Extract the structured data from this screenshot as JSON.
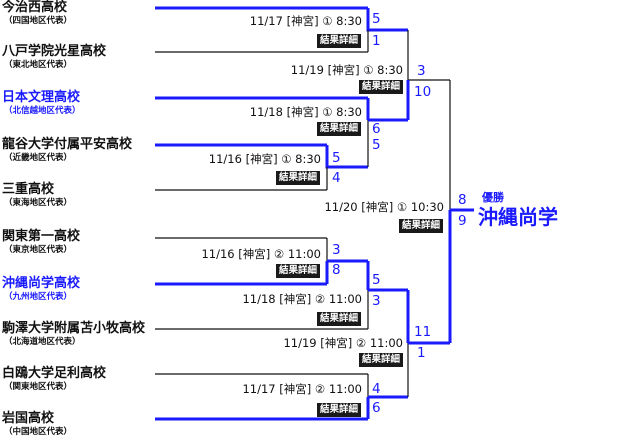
{
  "teams": [
    {
      "name": "今治西高校",
      "region": "（四国地区代表）"
    },
    {
      "name": "八戸学院光星高校",
      "region": "（東北地区代表）"
    },
    {
      "name": "日本文理高校",
      "region": "（北信越地区代表）"
    },
    {
      "name": "龍谷大学付属平安高校",
      "region": "（近畿地区代表）"
    },
    {
      "name": "三重高校",
      "region": "（東海地区代表）"
    },
    {
      "name": "関東第一高校",
      "region": "（東京地区代表）"
    },
    {
      "name": "沖縄尚学高校",
      "region": "（九州地区代表）"
    },
    {
      "name": "駒澤大学附属苫小牧高校",
      "region": "（北海道地区代表）"
    },
    {
      "name": "白鴎大学足利高校",
      "region": "（関東地区代表）"
    },
    {
      "name": "岩国高校",
      "region": "（中国地区代表）"
    }
  ],
  "matches": [
    {
      "info": "11/17 [神宮] ① 8:30",
      "scores": [
        "5",
        "1"
      ]
    },
    {
      "info": "11/19 [神宮] ① 8:30",
      "scores": [
        "3",
        "10"
      ]
    },
    {
      "info": "11/18 [神宮] ① 8:30",
      "scores": [
        "6",
        "5"
      ]
    },
    {
      "info": "11/16 [神宮] ① 8:30",
      "scores": [
        "5",
        "4"
      ]
    },
    {
      "info": "11/20 [神宮] ① 10:30",
      "scores": [
        "8",
        "9"
      ]
    },
    {
      "info": "11/16 [神宮] ② 11:00",
      "scores": [
        "3",
        "8"
      ]
    },
    {
      "info": "11/18 [神宮] ② 11:00",
      "scores": [
        "5",
        "3"
      ]
    },
    {
      "info": "11/19 [神宮] ② 11:00",
      "scores": [
        "11",
        "1"
      ]
    },
    {
      "info": "11/17 [神宮] ② 11:00",
      "scores": [
        "4",
        "6"
      ]
    }
  ],
  "detail_label": "結果詳細",
  "champion": {
    "label": "優勝",
    "name": "沖縄尚学"
  },
  "colors": {
    "win": "#1a1aff",
    "line": "#111111",
    "button_bg": "#1a1a1a"
  }
}
